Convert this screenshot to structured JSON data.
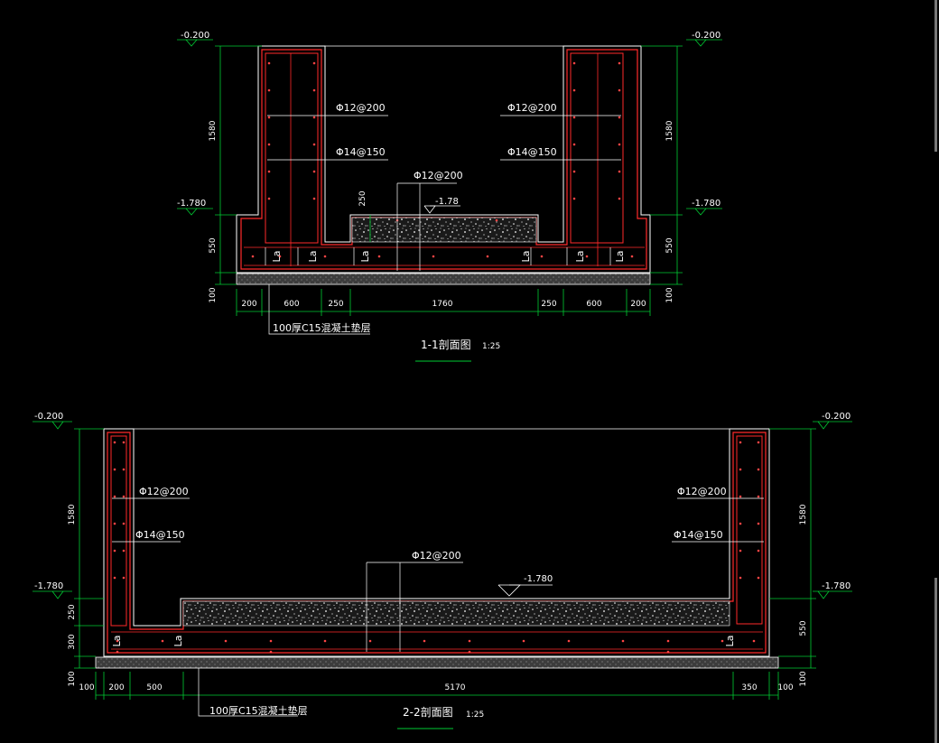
{
  "colors": {
    "background": "#000000",
    "outline": "#ff2a2a",
    "dimension": "#00cc33",
    "text": "#ffffff",
    "screed": "#8a8a8a"
  },
  "section1": {
    "title": "1-1剖面图",
    "scale": "1:25",
    "levels": {
      "top": "-0.200",
      "bottom": "-1.780",
      "slab": "-1.78"
    },
    "rebar": {
      "wall_horizontal": "Φ12@200",
      "wall_vertical": "Φ14@150",
      "slab": "Φ12@200"
    },
    "anchor_label": "La",
    "dims_horizontal": [
      "200",
      "600",
      "250",
      "1760",
      "250",
      "600",
      "200"
    ],
    "dims_vertical": [
      "1580",
      "550",
      "100"
    ],
    "dim_slab_thickness": "250",
    "note": "100厚C15混凝土垫层"
  },
  "section2": {
    "title": "2-2剖面图",
    "scale": "1:25",
    "levels": {
      "top": "-0.200",
      "bottom": "-1.780",
      "slab": "-1.780"
    },
    "rebar": {
      "wall_horizontal": "Φ12@200",
      "wall_vertical": "Φ14@150",
      "slab": "Φ12@200"
    },
    "anchor_label": "La",
    "dims_horizontal": [
      "100",
      "200",
      "500",
      "5170",
      "350",
      "100"
    ],
    "dims_vertical_left": [
      "1580",
      "250",
      "300",
      "100"
    ],
    "dims_vertical_right": [
      "1580",
      "550",
      "100"
    ],
    "note": "100厚C15混凝土垫层"
  }
}
